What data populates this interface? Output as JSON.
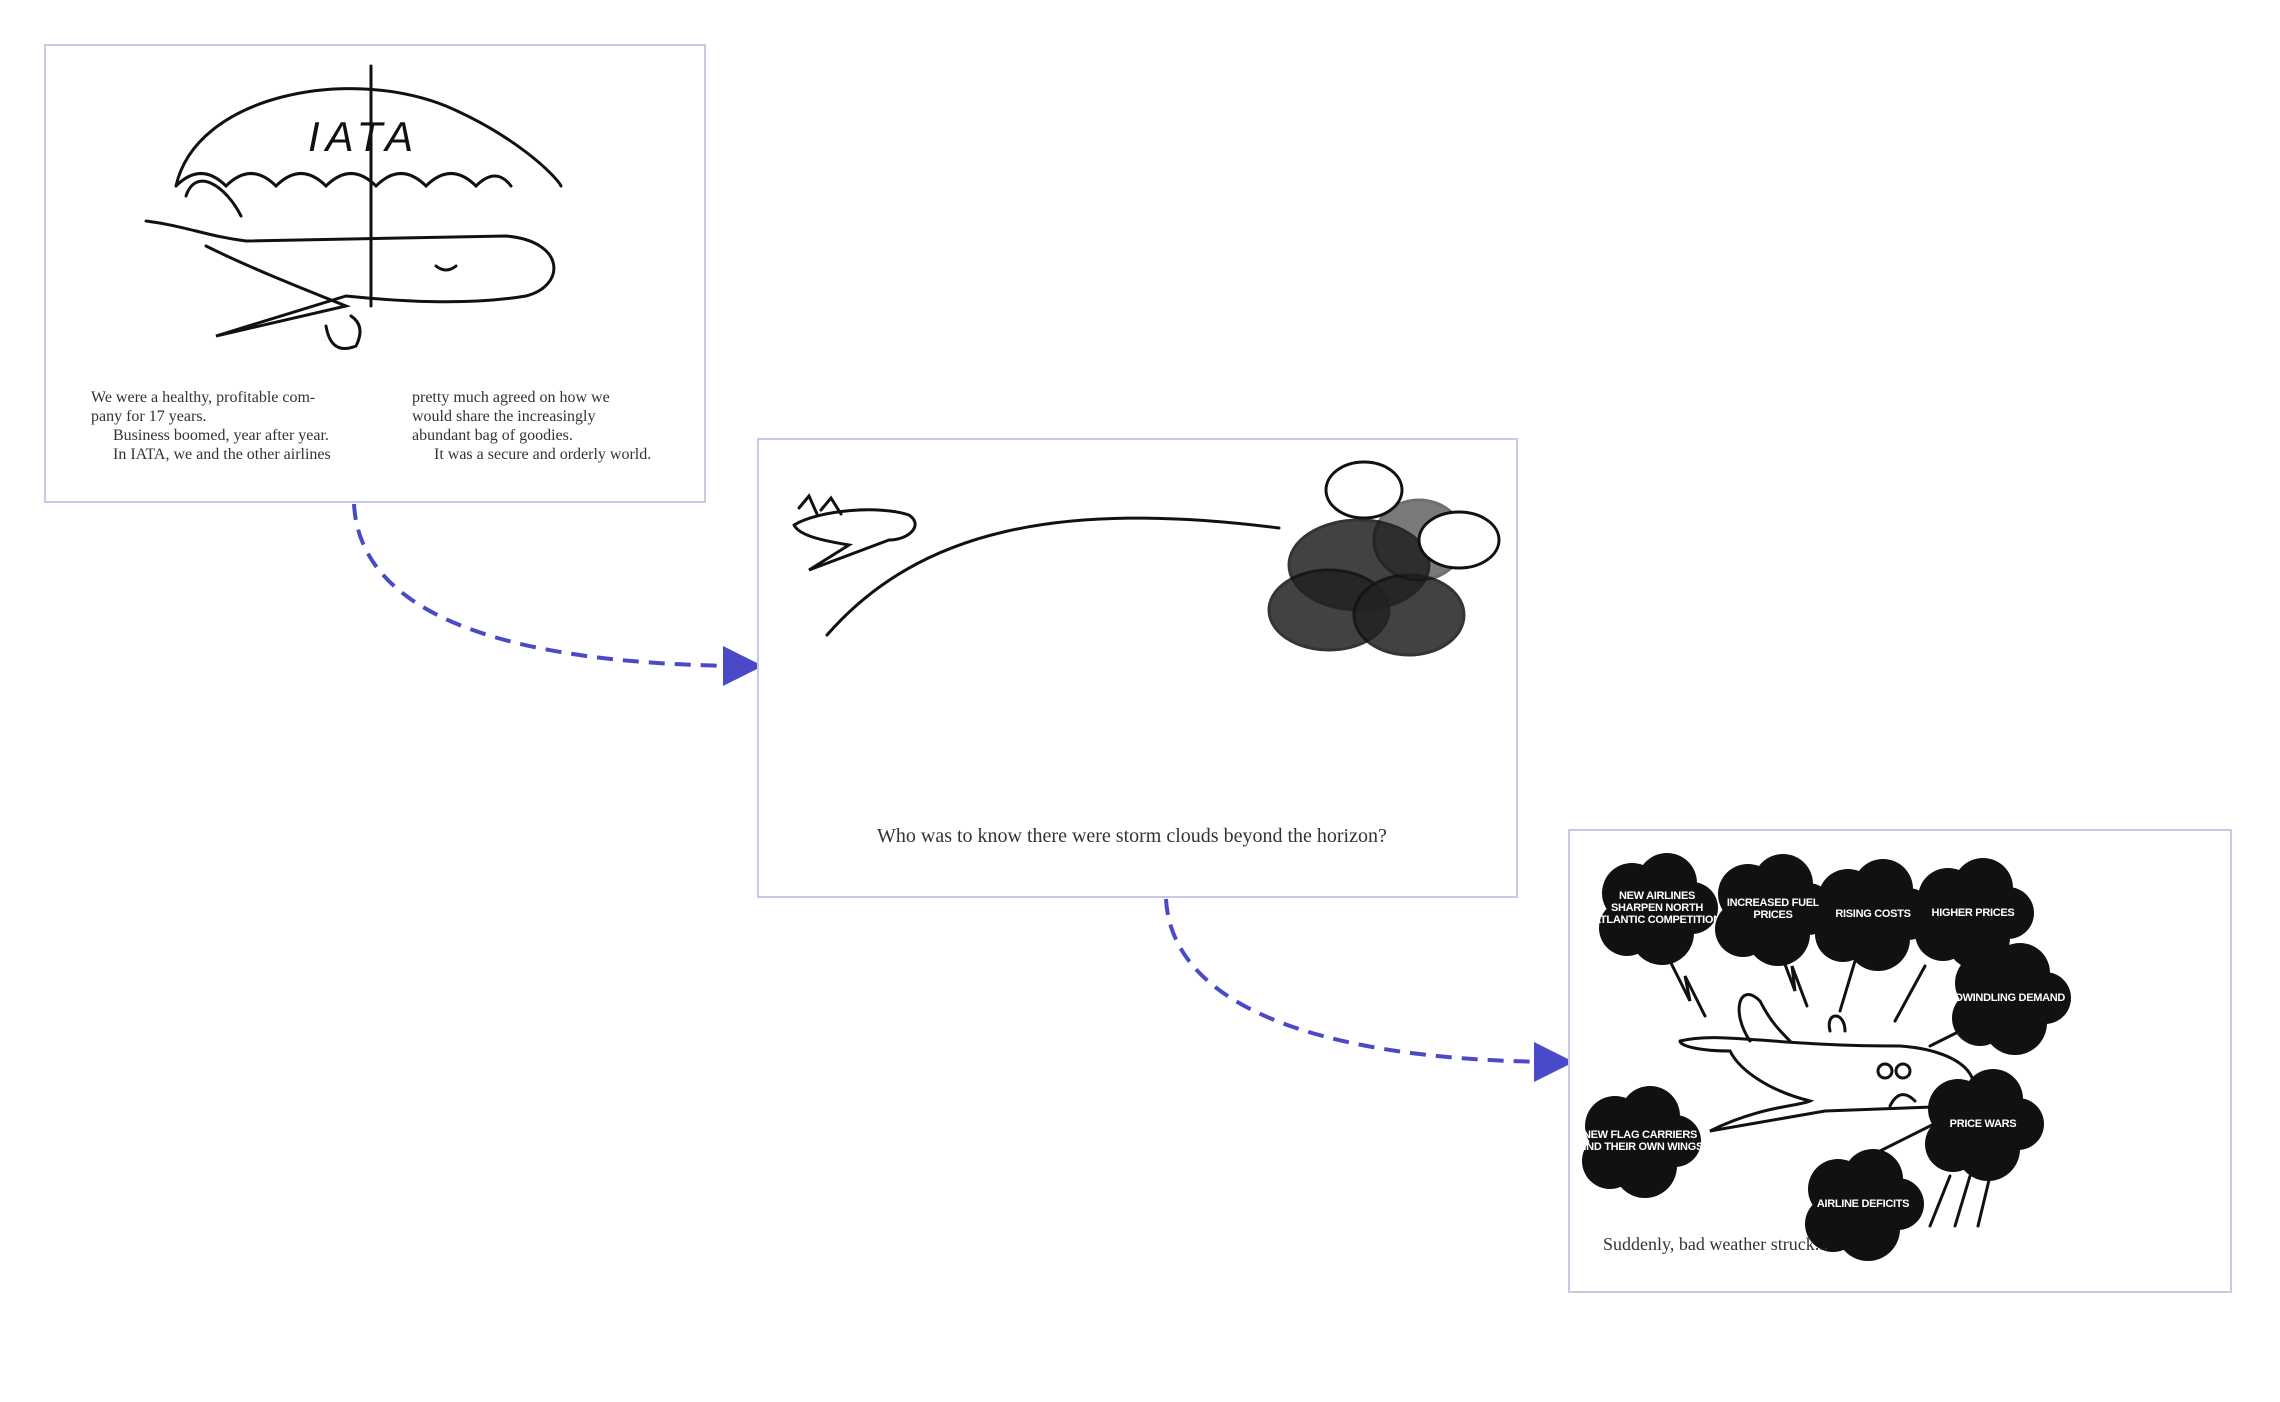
{
  "panels": [
    {
      "logo_text": "IATA",
      "column_left": [
        "We were a healthy, profitable com-",
        "pany for 17 years.",
        "Business boomed, year after year.",
        "In IATA, we and the other airlines"
      ],
      "column_right": [
        "pretty much agreed on how we",
        "would share the increasingly",
        "abundant bag of goodies.",
        "It was a secure and orderly world."
      ]
    },
    {
      "caption": "Who was to know there were storm clouds beyond the horizon?"
    },
    {
      "clouds": [
        "NEW AIRLINES SHARPEN NORTH ATLANTIC COMPETITION",
        "INCREASED FUEL PRICES",
        "RISING COSTS",
        "HIGHER PRICES",
        "DWINDLING DEMAND",
        "PRICE WARS",
        "AIRLINE DEFICITS",
        "NEW FLAG CARRIERS FIND THEIR OWN WINGS"
      ],
      "caption": "Suddenly, bad weather struck..."
    }
  ],
  "colors": {
    "arrow": "#4a4ac8",
    "border": "#c9c9e6"
  }
}
